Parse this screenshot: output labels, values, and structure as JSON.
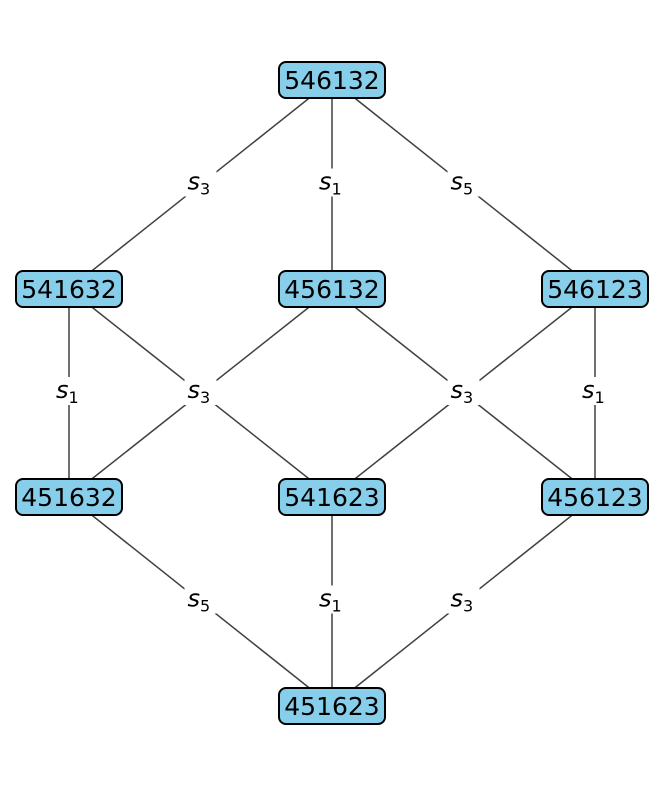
{
  "nodes": [
    {
      "id": "546132",
      "label": "546132"
    },
    {
      "id": "541632",
      "label": "541632"
    },
    {
      "id": "456132",
      "label": "456132"
    },
    {
      "id": "546123",
      "label": "546123"
    },
    {
      "id": "451632",
      "label": "451632"
    },
    {
      "id": "541623",
      "label": "541623"
    },
    {
      "id": "456123",
      "label": "456123"
    },
    {
      "id": "451623",
      "label": "451623"
    }
  ],
  "edges": [
    {
      "from": "546132",
      "to": "541632",
      "letter": "s",
      "sub": "3"
    },
    {
      "from": "546132",
      "to": "456132",
      "letter": "s",
      "sub": "1"
    },
    {
      "from": "546132",
      "to": "546123",
      "letter": "s",
      "sub": "5"
    },
    {
      "from": "541632",
      "to": "451632",
      "letter": "s",
      "sub": "1"
    },
    {
      "from": "541632",
      "to": "541623",
      "letter": "s",
      "sub": "3"
    },
    {
      "from": "456132",
      "to": "451632",
      "letter": "s",
      "sub": "3"
    },
    {
      "from": "456132",
      "to": "456123",
      "letter": "s",
      "sub": "3"
    },
    {
      "from": "546123",
      "to": "541623",
      "letter": "s",
      "sub": "3"
    },
    {
      "from": "546123",
      "to": "456123",
      "letter": "s",
      "sub": "1"
    },
    {
      "from": "451632",
      "to": "451623",
      "letter": "s",
      "sub": "5"
    },
    {
      "from": "541623",
      "to": "451623",
      "letter": "s",
      "sub": "1"
    },
    {
      "from": "456123",
      "to": "451623",
      "letter": "s",
      "sub": "3"
    }
  ],
  "colors": {
    "node_fill": "#87ceeb",
    "node_border": "#000000",
    "edge": "#404040",
    "background": "#ffffff"
  }
}
